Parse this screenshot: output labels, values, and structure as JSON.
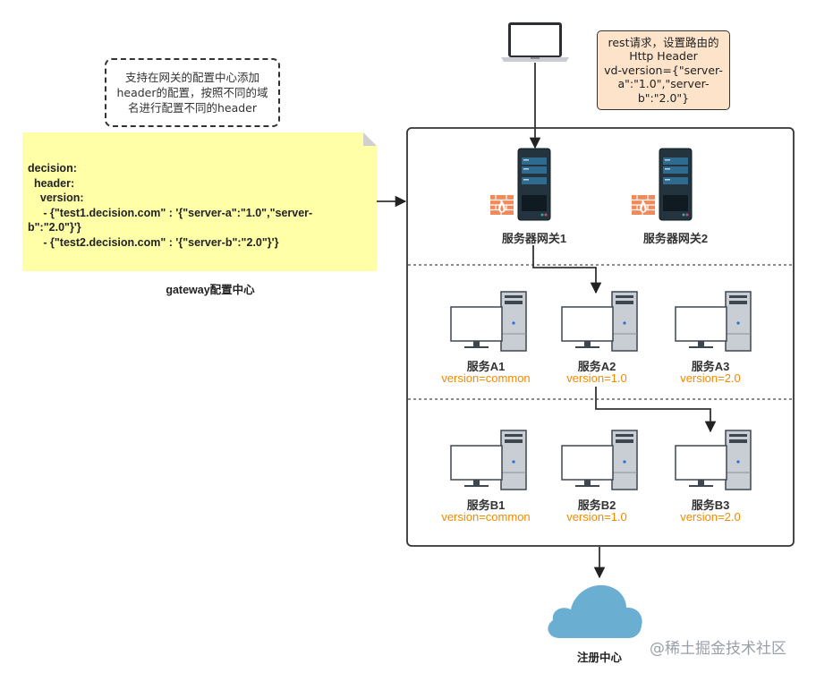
{
  "notes": {
    "gateway_config_note": "支持在网关的配置中心添加header的配置，按照不同的域名进行配置不同的header",
    "rest_request_note": "rest请求，设置路由的\nHttp Header\nvd-version={\"server-\na\":\"1.0\",\"server-\nb\":\"2.0\"}"
  },
  "config_center": {
    "yaml": "decision:\n  header:\n    version:\n     - {\"test1.decision.com\" : '{\"server-a\":\"1.0\",\"server-\nb\":\"2.0\"}'}\n     - {\"test2.decision.com\" : '{\"server-b\":\"2.0\"}'}",
    "label": "gateway配置中心"
  },
  "client": {
    "icon": "laptop-icon"
  },
  "gateways": [
    {
      "label": "服务器网关1",
      "icon": "server-firewall-icon"
    },
    {
      "label": "服务器网关2",
      "icon": "server-firewall-icon"
    }
  ],
  "services_a": [
    {
      "label": "服务A1",
      "version": "version=common"
    },
    {
      "label": "服务A2",
      "version": "version=1.0"
    },
    {
      "label": "服务A3",
      "version": "version=2.0"
    }
  ],
  "services_b": [
    {
      "label": "服务B1",
      "version": "version=common"
    },
    {
      "label": "服务B2",
      "version": "version=1.0"
    },
    {
      "label": "服务B3",
      "version": "version=2.0"
    }
  ],
  "registry": {
    "label": "注册中心",
    "icon": "cloud-icon"
  },
  "watermark": "@稀土掘金技术社区",
  "colors": {
    "version_text": "#f08a00",
    "yaml_note_bg": "#ffffa8",
    "rest_note_bg": "#fce3c9",
    "cloud": "#6aaed2",
    "firewall": "#f08a5a",
    "server_dark": "#24343f",
    "line": "#333333"
  }
}
